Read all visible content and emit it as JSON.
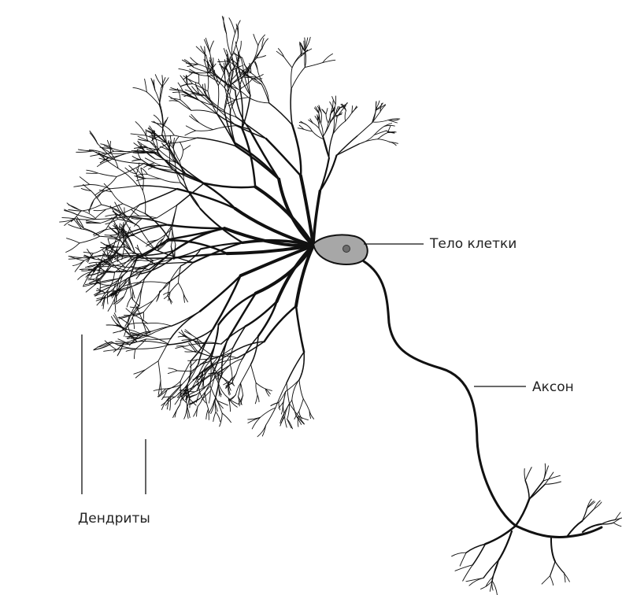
{
  "labels": {
    "cell_body": "Тело клетки",
    "axon": "Аксон",
    "dendrites": "Дендриты"
  },
  "colors": {
    "line": "#111111",
    "soma_fill": "#a7a7a7",
    "nucleus_fill": "#6d6d6d"
  }
}
